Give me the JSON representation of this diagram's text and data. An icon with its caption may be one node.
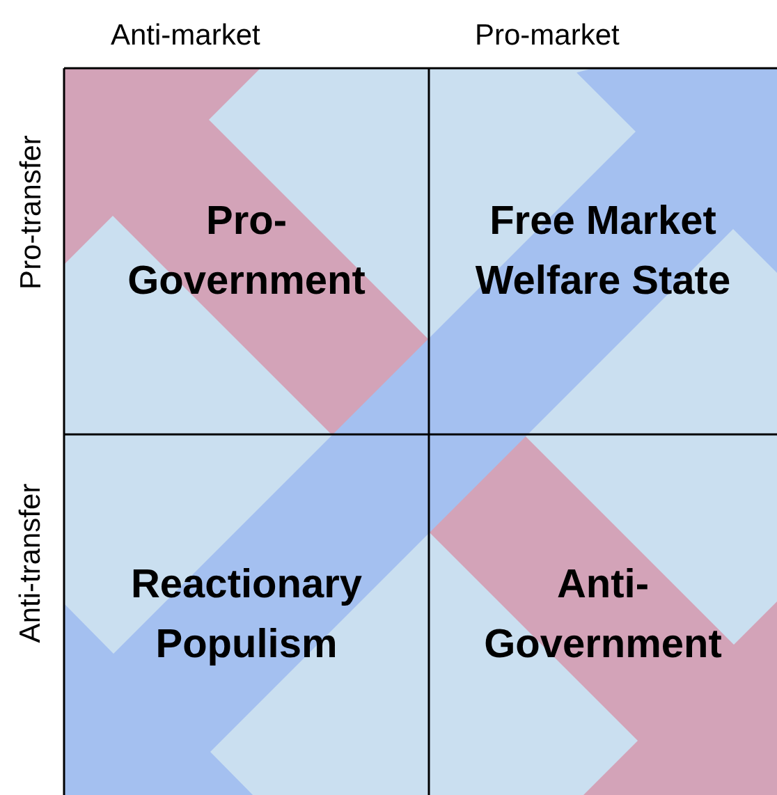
{
  "diagram": {
    "nodes": [
      {
        "text": [
          "Pro-Government"
        ]
      },
      {
        "text": [
          "Free Market Welfare State"
        ]
      },
      {
        "text": [
          "Reactionary Populism"
        ]
      },
      {
        "text": [
          "Anti-Government"
        ]
      }
    ],
    "labels": [
      "Anti-market",
      "Pro-market",
      "Pro-transfer",
      "Anti-transfer"
    ]
  }
}
